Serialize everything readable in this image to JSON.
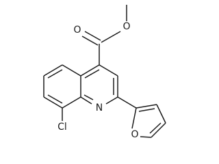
{
  "molecule": {
    "atoms": {
      "ester_carbonyl_oxygen": "O",
      "ester_ether_oxygen": "O",
      "ring_nitrogen": "N",
      "chlorine": "Cl",
      "furan_oxygen": "O"
    }
  }
}
